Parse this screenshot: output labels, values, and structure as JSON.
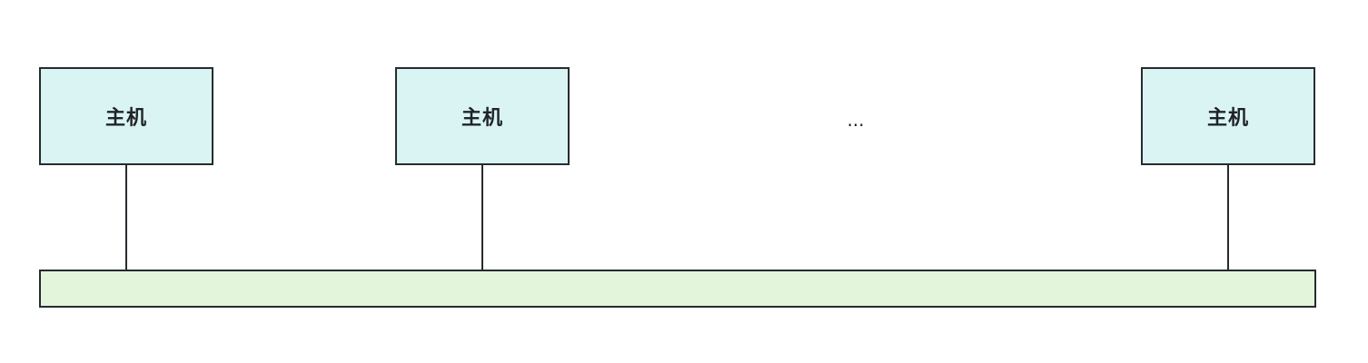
{
  "hosts": [
    {
      "label": "主机"
    },
    {
      "label": "主机"
    },
    {
      "label": "主机"
    }
  ],
  "ellipsis": "...",
  "colors": {
    "host_fill": "#daf3f3",
    "bus_fill": "#e3f5db",
    "stroke": "#262b2f"
  }
}
